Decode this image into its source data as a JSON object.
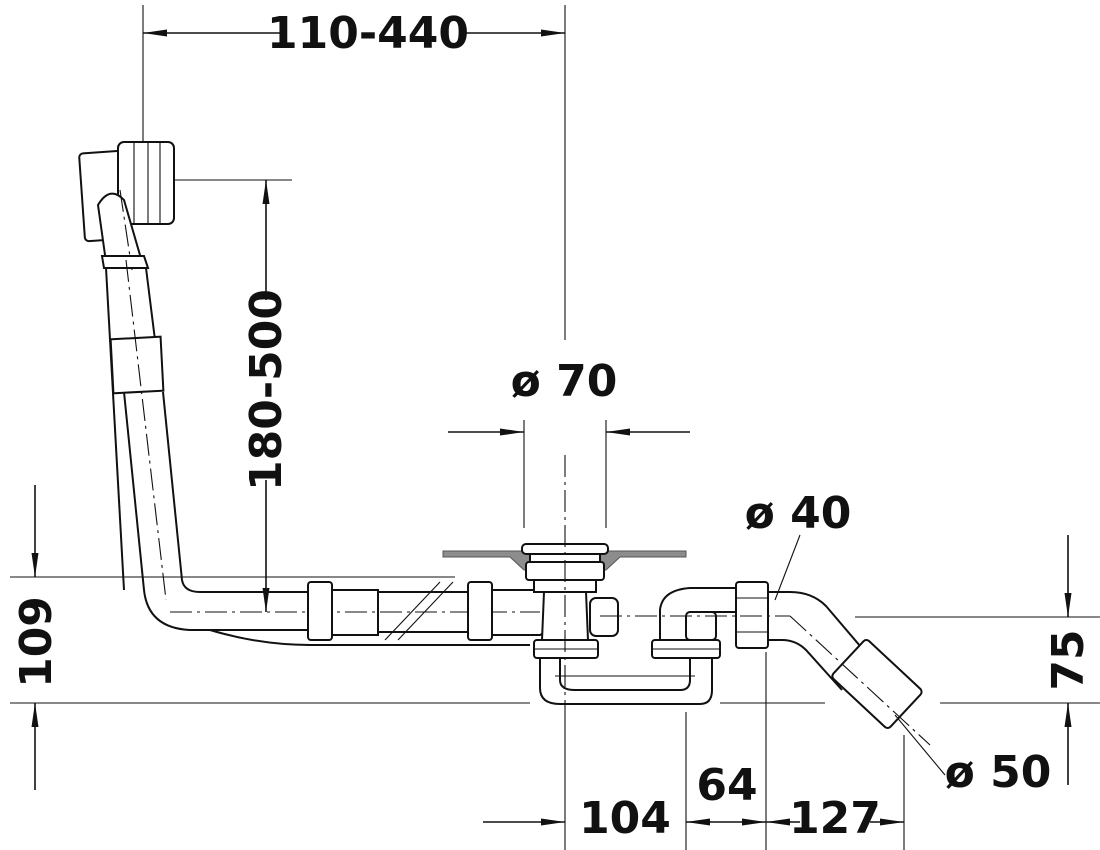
{
  "dimensions": {
    "width_range": "110-440",
    "height_range": "180-500",
    "drain_diameter": "ø 70",
    "overflow_diameter": "ø 40",
    "outlet_diameter": "ø 50",
    "height_109": "109",
    "height_75": "75",
    "dist_104": "104",
    "dist_64": "64",
    "dist_127": "127"
  },
  "colors": {
    "line": "#111111",
    "plate": "#8d8d8d"
  }
}
